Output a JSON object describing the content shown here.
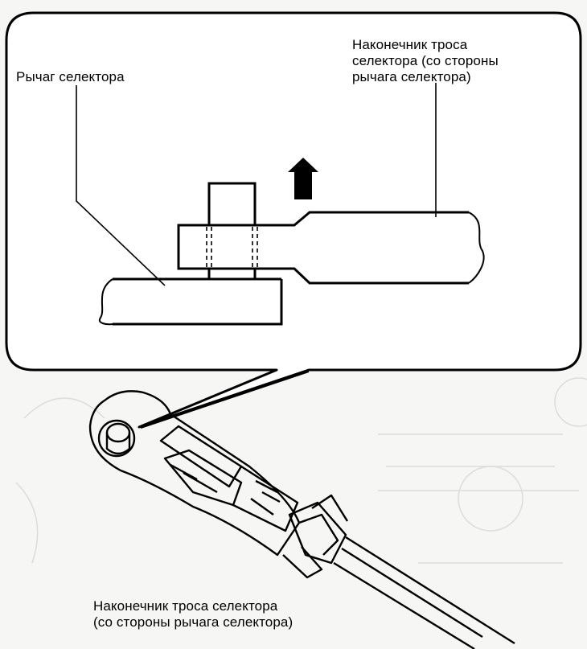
{
  "labels": {
    "selector_lever": "Рычаг селектора",
    "cable_end_top": "Наконечник троса\nселектора (со стороны\nрычага селектора)",
    "cable_end_bottom": "Наконечник троса селектора\n(со стороны рычага селектора)"
  },
  "colors": {
    "ink": "#000000",
    "background": "#f6f6f4",
    "panel": "#ffffff",
    "ghost": "#dcdcda"
  },
  "icons": {
    "direction_arrow": "arrow-up-icon"
  }
}
